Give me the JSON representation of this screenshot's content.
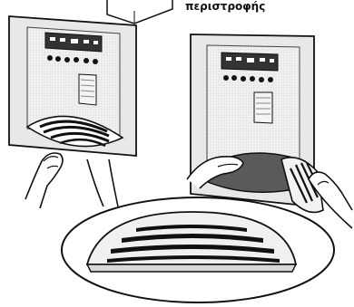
{
  "caption": {
    "text": "περιστροφής"
  },
  "illustrations": [
    {
      "id": "left",
      "display_buttons": 6
    },
    {
      "id": "right",
      "display_buttons": 6
    }
  ],
  "zoom_detail": {
    "grille_slots": 4
  },
  "colors": {
    "outline": "#111111",
    "panel_fill": "#eeeeee",
    "tray_shadow": "#555555"
  }
}
